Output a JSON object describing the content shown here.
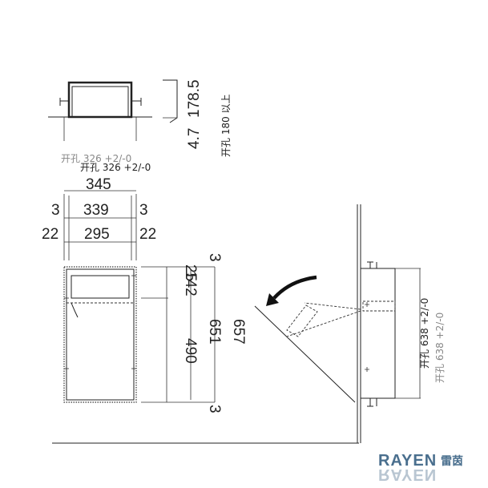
{
  "top_view": {
    "cutout_label": "开孔 326 +2/-0",
    "cutout_label_ghost": "开孔 326 +2/-0"
  },
  "side_dims": {
    "height": "178.5",
    "flange": "4.7",
    "cutout_depth": "开孔 180 以上"
  },
  "width_dims": {
    "overall": "345",
    "left_margin_a": "3",
    "inner_a": "339",
    "right_margin_a": "3",
    "left_margin_b": "22",
    "inner_b": "295",
    "right_margin_b": "22"
  },
  "height_dims": {
    "top_offset": "25",
    "top_thickness": "3",
    "upper": "142",
    "lower": "490",
    "inner_total": "651",
    "outer_total": "657",
    "bottom_thickness": "3"
  },
  "wall_view": {
    "cutout_height": "开孔 638 +2/-0",
    "cutout_height_ghost": "开孔 638 +2/-0"
  },
  "logo": {
    "brand": "RAYEN",
    "brand_cn": "雷茵"
  },
  "colors": {
    "line": "#222222",
    "logo_blue": "#4a6f8e"
  }
}
